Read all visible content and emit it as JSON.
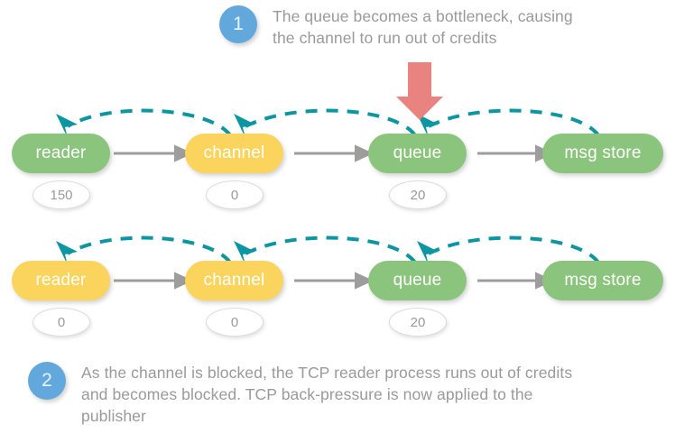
{
  "background_color": "#ffffff",
  "colors": {
    "node_green": "#8bc47d",
    "node_yellow": "#fbd45e",
    "step_circle_blue": "#62a8dd",
    "text_gray": "#9a9a9a",
    "arrow_gray": "#9d9d9d",
    "credit_arc_teal": "#0d96a2",
    "bottleneck_arrow_red": "#e8837f",
    "badge_fill": "#ffffff"
  },
  "steps": [
    {
      "number": "1",
      "text": "The queue becomes a bottleneck, causing\nthe channel to run out of credits"
    },
    {
      "number": "2",
      "text": "As the channel is blocked, the TCP reader process runs out of credits\nand becomes blocked. TCP back-pressure is now applied to the\npublisher"
    }
  ],
  "rows": [
    {
      "id": "row-1",
      "nodes": [
        {
          "label": "reader",
          "color": "green",
          "credits": "150"
        },
        {
          "label": "channel",
          "color": "yellow",
          "credits": "0"
        },
        {
          "label": "queue",
          "color": "green",
          "credits": "20"
        },
        {
          "label": "msg store",
          "color": "green",
          "credits": null
        }
      ]
    },
    {
      "id": "row-2",
      "nodes": [
        {
          "label": "reader",
          "color": "yellow",
          "credits": "0"
        },
        {
          "label": "channel",
          "color": "yellow",
          "credits": "0"
        },
        {
          "label": "queue",
          "color": "green",
          "credits": "20"
        },
        {
          "label": "msg store",
          "color": "green",
          "credits": null
        }
      ]
    }
  ],
  "annotations": {
    "bottleneck_pointer": "down-arrow pointing at row-1 queue"
  }
}
